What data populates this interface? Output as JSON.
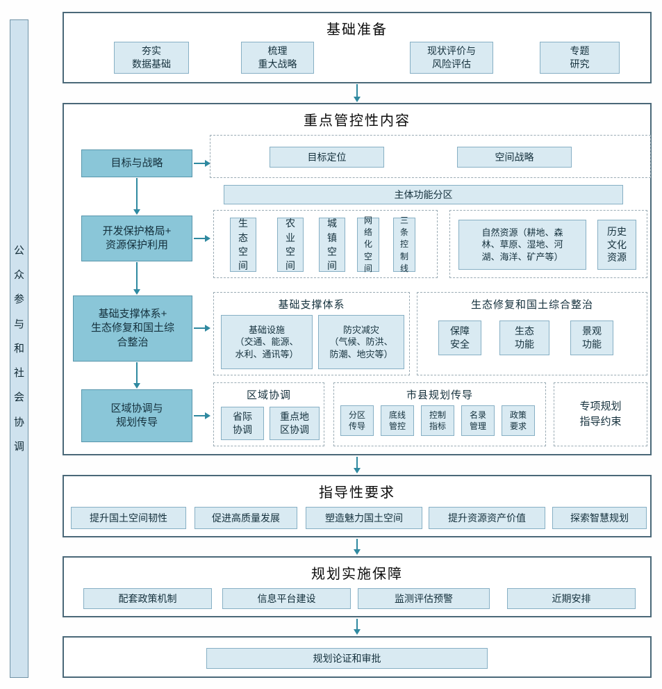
{
  "colors": {
    "section_border": "#4a6878",
    "light_box_fill": "#d9eaf2",
    "dark_box_fill": "#8ac6d8",
    "arrow": "#2f89a0"
  },
  "sidebar": {
    "label": "公众参与和社会协调"
  },
  "section_prep": {
    "title": "基础准备",
    "items": [
      "夯实\n数据基础",
      "梳理\n重大战略",
      "现状评价与\n风险评估",
      "专题\n研究"
    ]
  },
  "section_core": {
    "title": "重点管控性内容",
    "left_boxes": [
      "目标与战略",
      "开发保护格局+\n资源保护利用",
      "基础支撑体系+\n生态修复和国土综\n合整治",
      "区域协调与\n规划传导"
    ],
    "goals": {
      "items": [
        "目标定位",
        "空间战略"
      ]
    },
    "function_zoning": "主体功能分区",
    "spaces": [
      "生态空间",
      "农业空间",
      "城镇空间",
      "网络化空间",
      "三条控制线"
    ],
    "resources": [
      "自然资源（耕地、森\n林、草原、湿地、河\n湖、海洋、矿产等）",
      "历史\n文化\n资源"
    ],
    "support": {
      "title": "基础支撑体系",
      "items": [
        "基础设施\n（交通、能源、\n水利、通讯等）",
        "防灾减灾\n（气候、防洪、\n防潮、地灾等）"
      ]
    },
    "restoration": {
      "title": "生态修复和国土综合整治",
      "items": [
        "保障\n安全",
        "生态\n功能",
        "景观\n功能"
      ]
    },
    "regional": {
      "title": "区域协调",
      "items": [
        "省际\n协调",
        "重点地\n区协调"
      ]
    },
    "transmission": {
      "title": "市县规划传导",
      "items": [
        "分区\n传导",
        "底线\n管控",
        "控制\n指标",
        "名录\n管理",
        "政策\n要求"
      ]
    },
    "special_planning": "专项规划\n指导约束"
  },
  "section_guidance": {
    "title": "指导性要求",
    "items": [
      "提升国土空间韧性",
      "促进高质量发展",
      "塑造魅力国土空间",
      "提升资源资产价值",
      "探索智慧规划"
    ]
  },
  "section_implementation": {
    "title": "规划实施保障",
    "items": [
      "配套政策机制",
      "信息平台建设",
      "监测评估预警",
      "近期安排"
    ]
  },
  "section_approval": {
    "label": "规划论证和审批"
  }
}
